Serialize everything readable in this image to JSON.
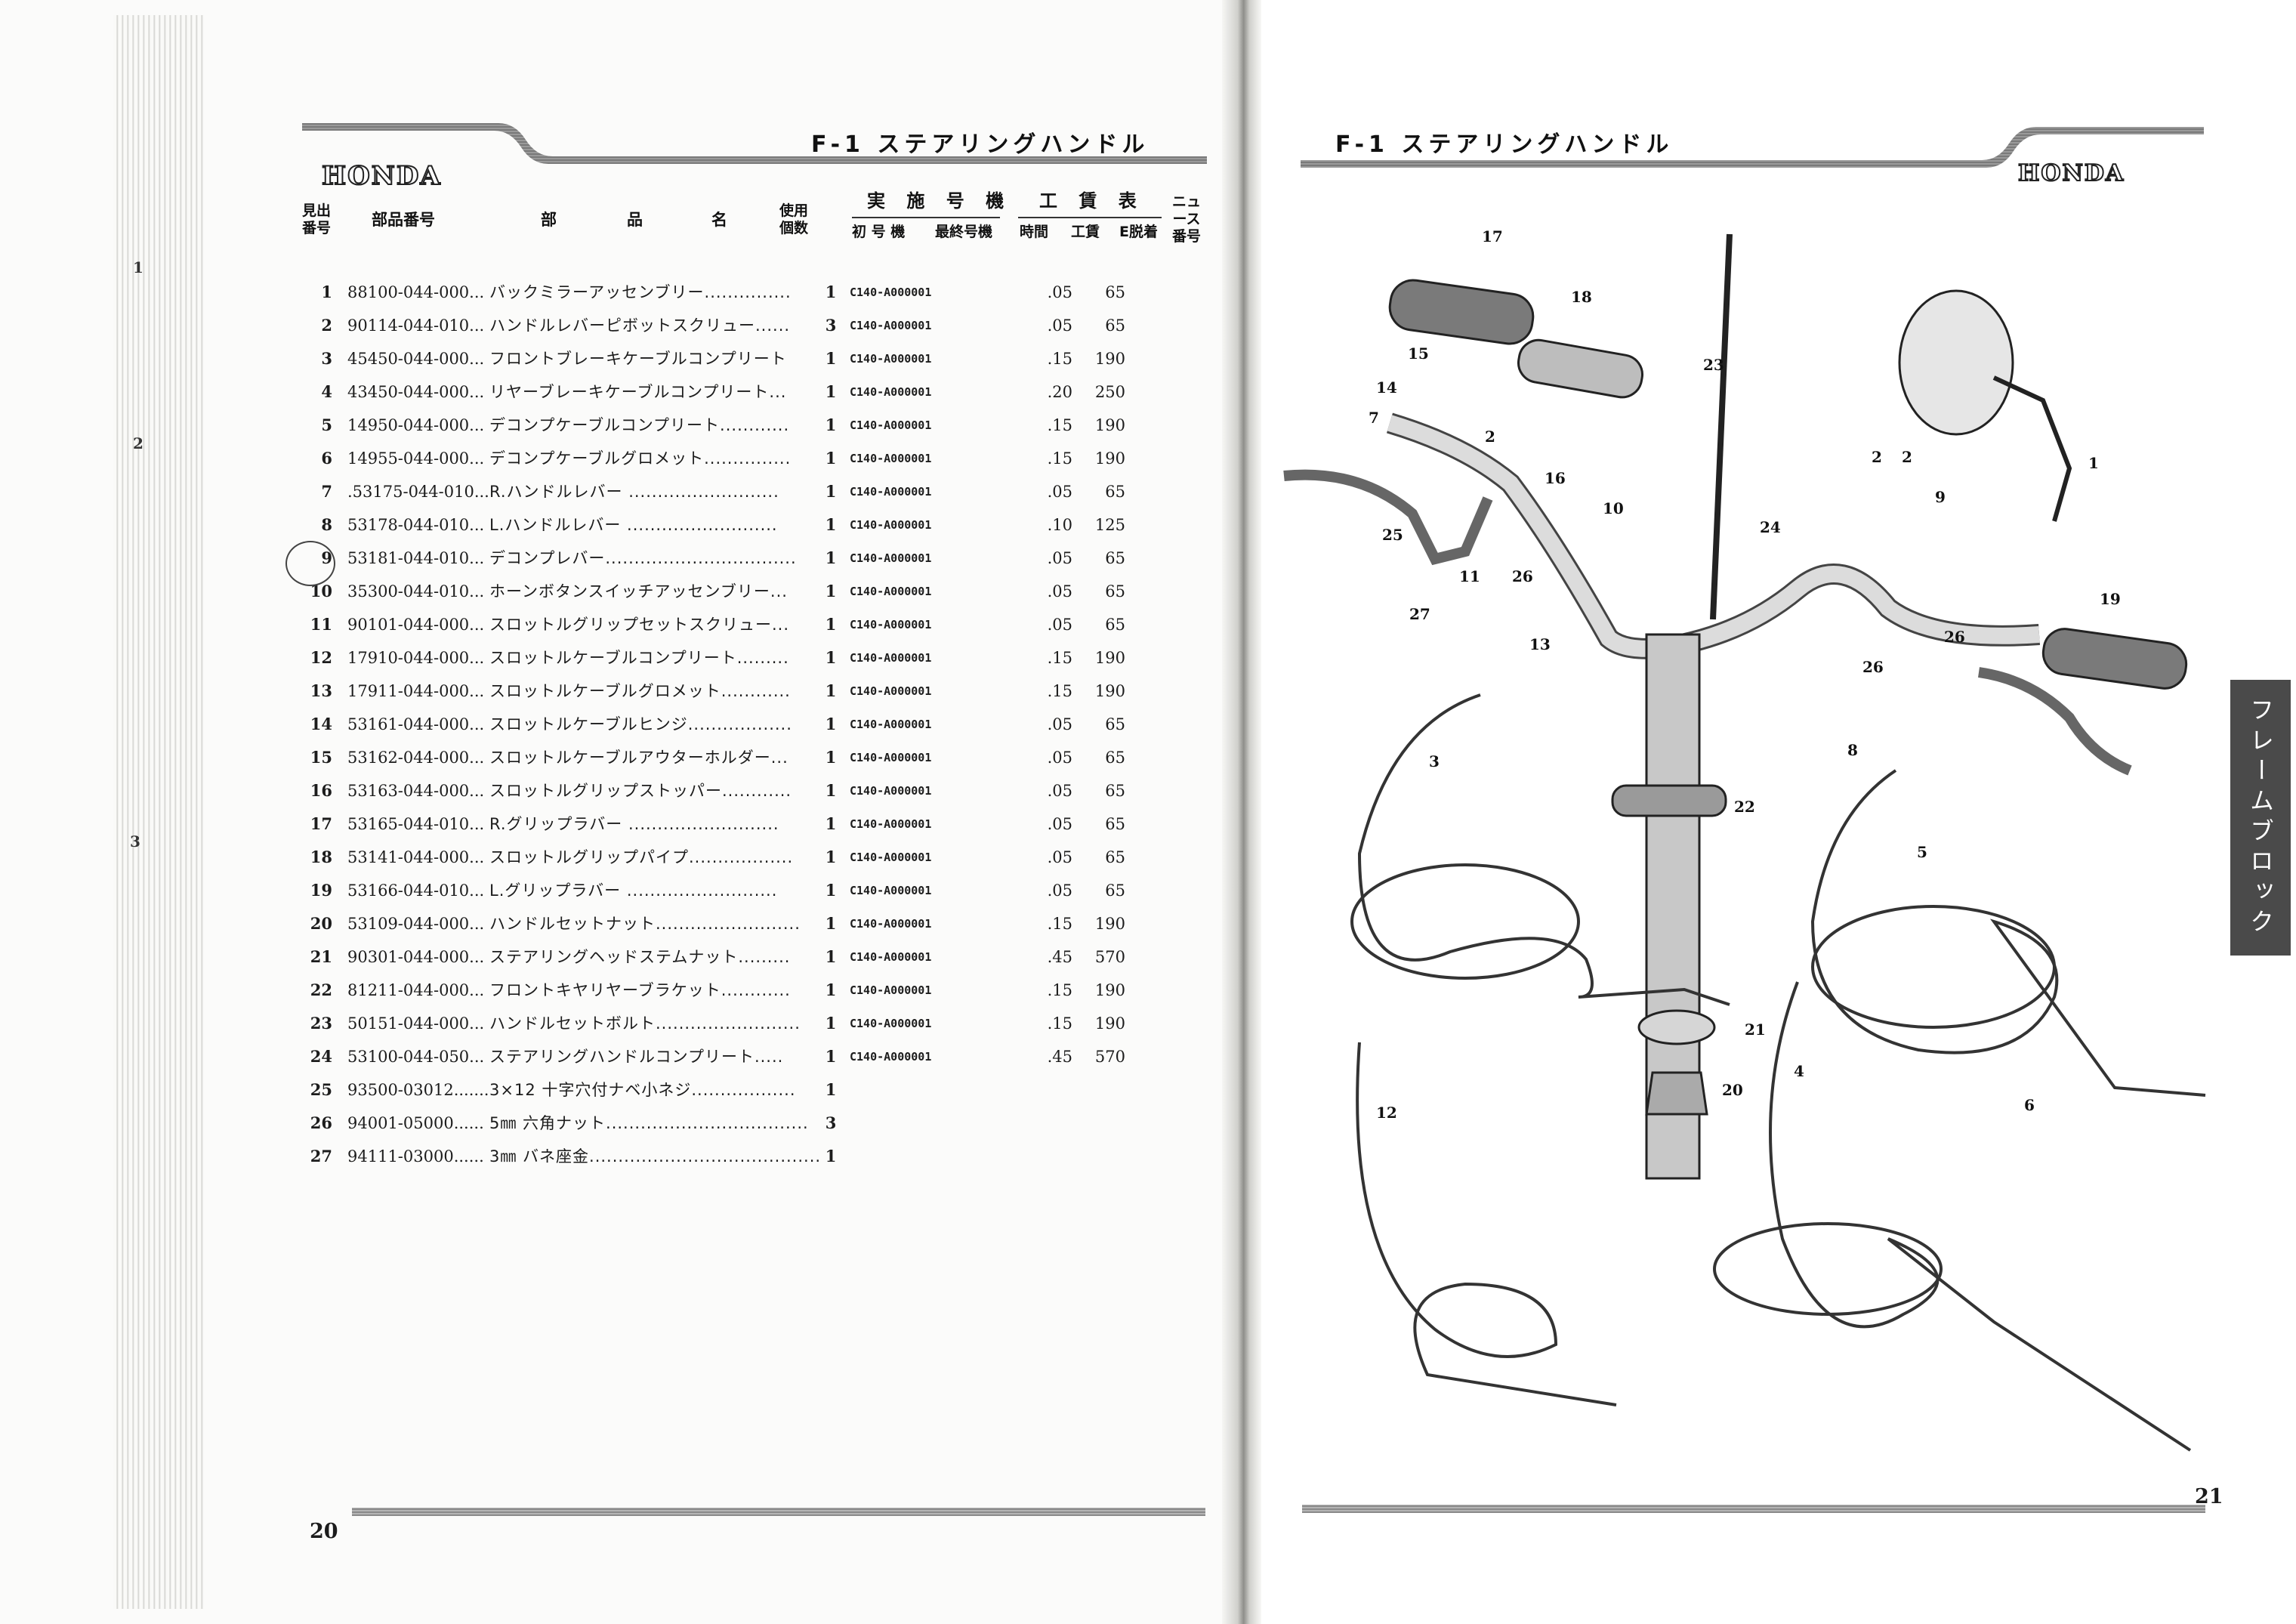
{
  "left": {
    "logo": "HONDA",
    "section_title": "F-1 ステアリングハンドル",
    "headers": {
      "ref_no": "見出\n番号",
      "part_no": "部品番号",
      "part_name": [
        "部",
        "品",
        "名"
      ],
      "qty": "使用\n個数",
      "serial_group": "実 施 号 機",
      "first_serial": "初 号 機",
      "last_serial": "最終号機",
      "labor_group": "工 賃 表",
      "time": "時間",
      "wage": "工賃",
      "e_removal": "E脱着",
      "news_no": "ニュ\nース\n番号"
    },
    "rows": [
      {
        "no": "1",
        "part": "88100-044-000...",
        "name": "バックミラーアッセンブリー...............",
        "qty": "1",
        "first": "C140-A000001",
        "time": ".05",
        "wage": "65"
      },
      {
        "no": "2",
        "part": "90114-044-010...",
        "name": "ハンドルレバーピボットスクリュー......",
        "qty": "3",
        "first": "C140-A000001",
        "time": ".05",
        "wage": "65"
      },
      {
        "no": "3",
        "part": "45450-044-000...",
        "name": "フロントブレーキケーブルコンプリート",
        "qty": "1",
        "first": "C140-A000001",
        "time": ".15",
        "wage": "190"
      },
      {
        "no": "4",
        "part": "43450-044-000...",
        "name": "リヤーブレーキケーブルコンプリート...",
        "qty": "1",
        "first": "C140-A000001",
        "time": ".20",
        "wage": "250"
      },
      {
        "no": "5",
        "part": "14950-044-000...",
        "name": "デコンプケーブルコンプリート............",
        "qty": "1",
        "first": "C140-A000001",
        "time": ".15",
        "wage": "190"
      },
      {
        "no": "6",
        "part": "14955-044-000...",
        "name": "デコンプケーブルグロメット...............",
        "qty": "1",
        "first": "C140-A000001",
        "time": ".15",
        "wage": "190"
      },
      {
        "no": "7",
        "part": ".53175-044-010...",
        "name": "R.ハンドルレバー ..........................",
        "qty": "1",
        "first": "C140-A000001",
        "time": ".05",
        "wage": "65"
      },
      {
        "no": "8",
        "part": "53178-044-010...",
        "name": "L.ハンドルレバー ..........................",
        "qty": "1",
        "first": "C140-A000001",
        "time": ".10",
        "wage": "125"
      },
      {
        "no": "9",
        "part": "53181-044-010...",
        "name": "デコンプレバー.................................",
        "qty": "1",
        "first": "C140-A000001",
        "time": ".05",
        "wage": "65"
      },
      {
        "no": "10",
        "part": "35300-044-010...",
        "name": "ホーンボタンスイッチアッセンブリー...",
        "qty": "1",
        "first": "C140-A000001",
        "time": ".05",
        "wage": "65"
      },
      {
        "no": "11",
        "part": "90101-044-000...",
        "name": "スロットルグリップセットスクリュー...",
        "qty": "1",
        "first": "C140-A000001",
        "time": ".05",
        "wage": "65"
      },
      {
        "no": "12",
        "part": "17910-044-000...",
        "name": "スロットルケーブルコンプリート.........",
        "qty": "1",
        "first": "C140-A000001",
        "time": ".15",
        "wage": "190"
      },
      {
        "no": "13",
        "part": "17911-044-000...",
        "name": "スロットルケーブルグロメット............",
        "qty": "1",
        "first": "C140-A000001",
        "time": ".15",
        "wage": "190"
      },
      {
        "no": "14",
        "part": "53161-044-000...",
        "name": "スロットルケーブルヒンジ..................",
        "qty": "1",
        "first": "C140-A000001",
        "time": ".05",
        "wage": "65"
      },
      {
        "no": "15",
        "part": "53162-044-000...",
        "name": "スロットルケーブルアウターホルダー...",
        "qty": "1",
        "first": "C140-A000001",
        "time": ".05",
        "wage": "65"
      },
      {
        "no": "16",
        "part": "53163-044-000...",
        "name": "スロットルグリップストッパー............",
        "qty": "1",
        "first": "C140-A000001",
        "time": ".05",
        "wage": "65"
      },
      {
        "no": "17",
        "part": "53165-044-010...",
        "name": "R.グリップラバー ..........................",
        "qty": "1",
        "first": "C140-A000001",
        "time": ".05",
        "wage": "65"
      },
      {
        "no": "18",
        "part": "53141-044-000...",
        "name": "スロットルグリップパイプ..................",
        "qty": "1",
        "first": "C140-A000001",
        "time": ".05",
        "wage": "65"
      },
      {
        "no": "19",
        "part": "53166-044-010...",
        "name": "L.グリップラバー ..........................",
        "qty": "1",
        "first": "C140-A000001",
        "time": ".05",
        "wage": "65"
      },
      {
        "no": "20",
        "part": "53109-044-000...",
        "name": "ハンドルセットナット.........................",
        "qty": "1",
        "first": "C140-A000001",
        "time": ".15",
        "wage": "190"
      },
      {
        "no": "21",
        "part": "90301-044-000...",
        "name": "ステアリングヘッドステムナット.........",
        "qty": "1",
        "first": "C140-A000001",
        "time": ".45",
        "wage": "570"
      },
      {
        "no": "22",
        "part": "81211-044-000...",
        "name": "フロントキヤリヤーブラケット............",
        "qty": "1",
        "first": "C140-A000001",
        "time": ".15",
        "wage": "190"
      },
      {
        "no": "23",
        "part": "50151-044-000...",
        "name": "ハンドルセットボルト.........................",
        "qty": "1",
        "first": "C140-A000001",
        "time": ".15",
        "wage": "190"
      },
      {
        "no": "24",
        "part": "53100-044-050...",
        "name": "ステアリングハンドルコンプリート.....",
        "qty": "1",
        "first": "C140-A000001",
        "time": ".45",
        "wage": "570"
      },
      {
        "no": "25",
        "part": "93500-03012.......",
        "name": "3×12 十字穴付ナベ小ネジ..................",
        "qty": "1",
        "first": "",
        "time": "",
        "wage": ""
      },
      {
        "no": "26",
        "part": "94001-05000......",
        "name": "5㎜ 六角ナット...................................",
        "qty": "3",
        "first": "",
        "time": "",
        "wage": ""
      },
      {
        "no": "27",
        "part": "94111-03000......",
        "name": "3㎜ バネ座金........................................",
        "qty": "1",
        "first": "",
        "time": "",
        "wage": ""
      }
    ],
    "margin_marks": [
      "1",
      "2",
      "3"
    ],
    "page_number": "20"
  },
  "right": {
    "section_title": "F-1 ステアリングハンドル",
    "logo": "HONDA",
    "side_tab": "フレームブロック",
    "callouts": [
      "1",
      "2",
      "2",
      "2",
      "3",
      "4",
      "5",
      "6",
      "7",
      "8",
      "9",
      "10",
      "11",
      "12",
      "13",
      "14",
      "15",
      "16",
      "17",
      "18",
      "19",
      "20",
      "21",
      "22",
      "23",
      "24",
      "25",
      "26",
      "26",
      "26",
      "27"
    ],
    "page_number": "21"
  }
}
